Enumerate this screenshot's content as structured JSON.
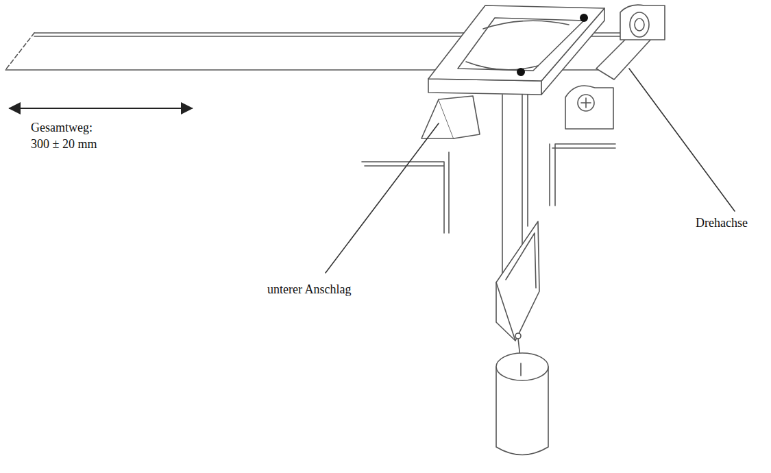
{
  "diagram": {
    "labels": [
      "Gesamtweg:",
      "300 ± 20 mm",
      "unterer Anschlag",
      "Drehachse"
    ]
  }
}
